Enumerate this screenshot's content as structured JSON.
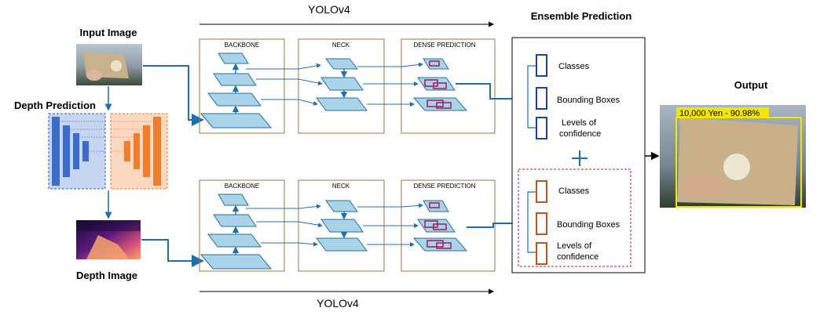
{
  "labels": {
    "top_model": "YOLOv4",
    "bottom_model": "YOLOv4",
    "input_image": "Input Image",
    "depth_prediction": "Depth Prediction",
    "depth_image": "Depth Image",
    "ensemble": "Ensemble Prediction",
    "output": "Output"
  },
  "stages": {
    "backbone": "BACKBONE",
    "neck": "NECK",
    "dense": "DENSE PREDICTION"
  },
  "ensemble_items": {
    "classes": "Classes",
    "boxes": "Bounding Boxes",
    "conf_line1": "Levels of",
    "conf_line2": "confidence"
  },
  "detection": {
    "label": "10,000 Yen - 90.98%"
  },
  "colors": {
    "stage_border": "#a0763b",
    "plane_fill": "#a9d3e8",
    "plane_stroke": "#2a6f97",
    "arrow": "#1f6fae",
    "blue_group": "#1f3fa8",
    "orange_group": "#c0541e",
    "dashed_red": "#b22222",
    "detection_box": "#f2e600",
    "box_magenta": "#a0195e"
  }
}
